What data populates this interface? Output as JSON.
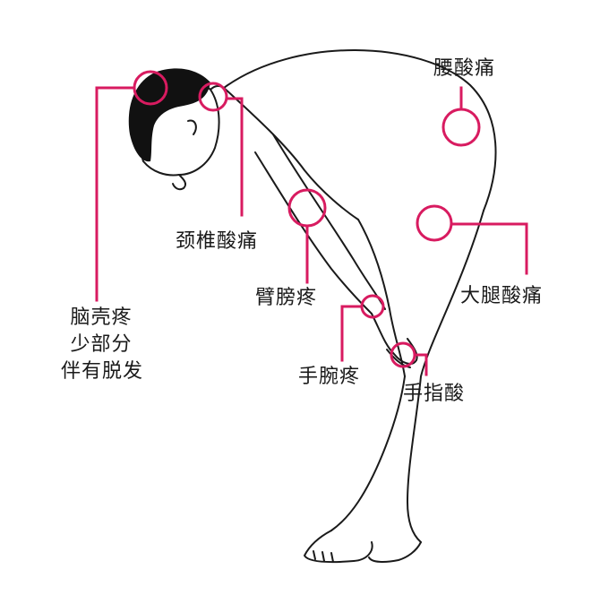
{
  "colors": {
    "accent": "#d81b60",
    "ink": "#1a1a1a",
    "background": "#ffffff"
  },
  "callouts": {
    "scalp": {
      "lines": [
        "脑壳疼",
        "少部分",
        "伴有脱发"
      ]
    },
    "neck": {
      "text": "颈椎酸痛"
    },
    "lower_back": {
      "text": "腰酸痛"
    },
    "arm": {
      "text": "臂膀疼"
    },
    "thigh": {
      "text": "大腿酸痛"
    },
    "wrist": {
      "text": "手腕疼"
    },
    "finger": {
      "text": "手指酸"
    }
  }
}
